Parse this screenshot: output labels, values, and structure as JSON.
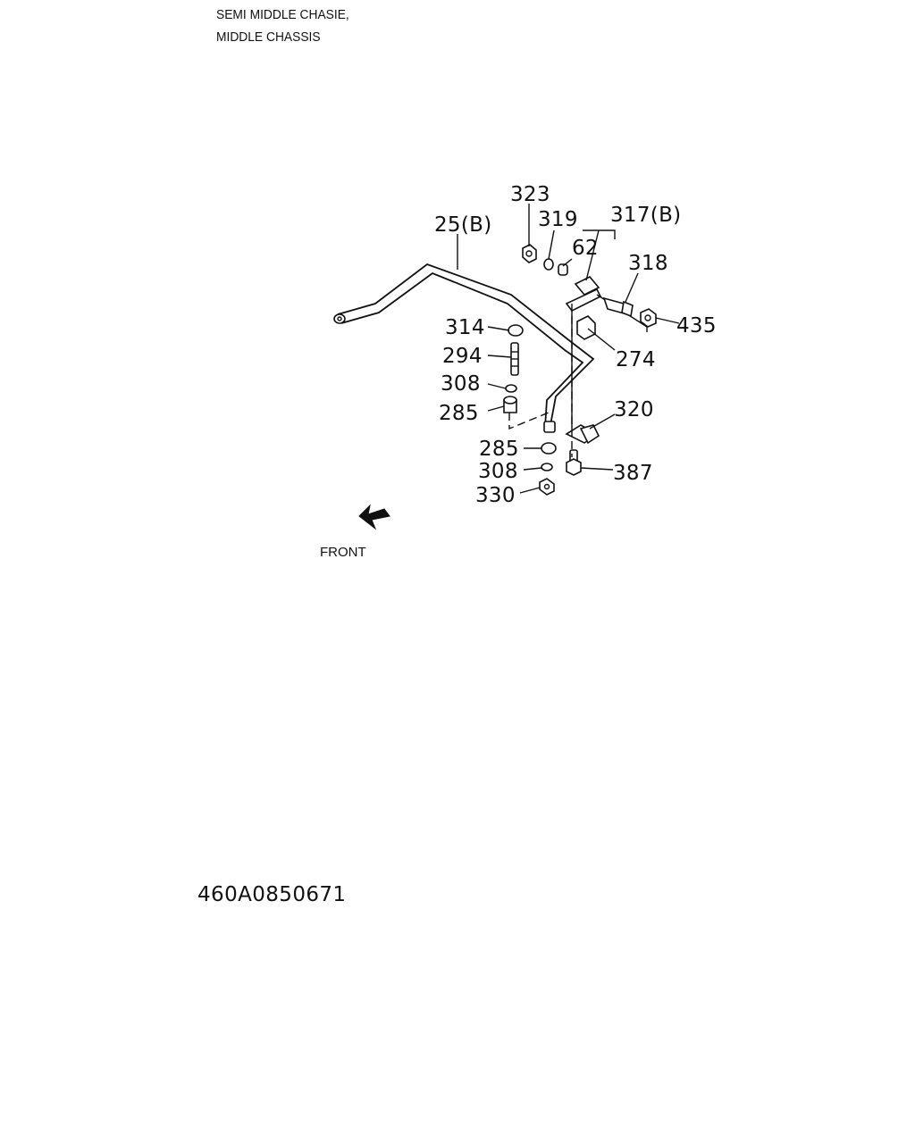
{
  "header": {
    "line1": "SEMI MIDDLE CHASIE,",
    "line2": "MIDDLE CHASSIS"
  },
  "callouts": {
    "c323": "323",
    "c319": "319",
    "c317b": "317(B)",
    "c62": "62",
    "c318": "318",
    "c25b": "25(B)",
    "c435": "435",
    "c314": "314",
    "c274": "274",
    "c294": "294",
    "c308a": "308",
    "c285a": "285",
    "c320": "320",
    "c285b": "285",
    "c308b": "308",
    "c387": "387",
    "c330": "330"
  },
  "front": {
    "label": "FRONT",
    "icon": "arrow-down-left-icon"
  },
  "reference_number": "460A0850671"
}
